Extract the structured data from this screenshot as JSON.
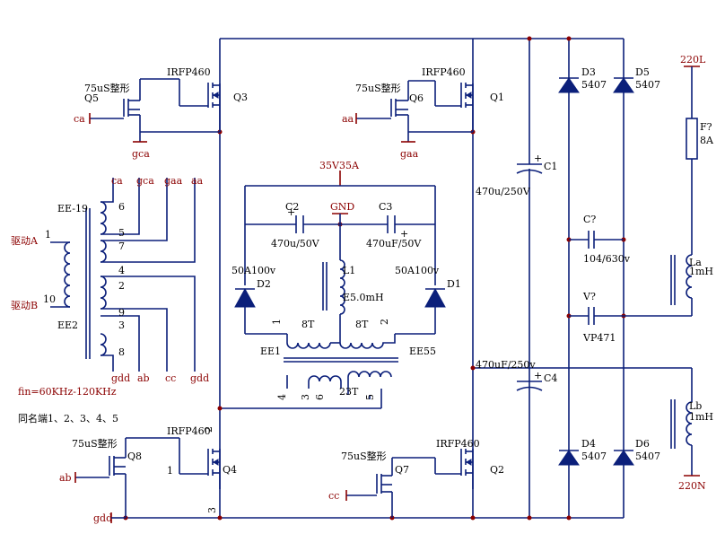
{
  "nets": {
    "supply": "35V35A",
    "gnd": "GND",
    "line": "220L",
    "neutral": "220N",
    "ca": "ca",
    "gca": "gca",
    "aa": "aa",
    "gaa": "gaa",
    "ab": "ab",
    "gdd": "gdd",
    "cc": "cc"
  },
  "transistors": {
    "q1": {
      "name": "Q1",
      "part": "IRFP460"
    },
    "q2": {
      "name": "Q2",
      "part": "IRFP460"
    },
    "q3": {
      "name": "Q3",
      "part": "IRFP460"
    },
    "q4": {
      "name": "Q4",
      "part": "IRFP460"
    },
    "q5": {
      "name": "Q5",
      "part": "75uS整形"
    },
    "q6": {
      "name": "Q6",
      "part": "75uS整形"
    },
    "q7": {
      "name": "Q7",
      "part": "75uS整形"
    },
    "q8": {
      "name": "Q8",
      "part": "75uS整形"
    },
    "q4_pins": [
      "1",
      "2",
      "3"
    ]
  },
  "capacitors": {
    "c1": {
      "name": "C1",
      "value": "470u/250V"
    },
    "c2": {
      "name": "C2",
      "value": "470u/50V"
    },
    "c3": {
      "name": "C3",
      "value": "470uF/50V"
    },
    "c4": {
      "name": "C4",
      "value": "470uF/250v"
    },
    "cq": {
      "name": "C?",
      "value": "104/630v"
    },
    "vq": {
      "name": "V?",
      "value": "VP471"
    }
  },
  "diodes": {
    "d1": {
      "name": "D1",
      "value": "50A100v"
    },
    "d2": {
      "name": "D2",
      "value": "50A100v"
    },
    "d3": {
      "name": "D3",
      "value": "5407"
    },
    "d4": {
      "name": "D4",
      "value": "5407"
    },
    "d5": {
      "name": "D5",
      "value": "5407"
    },
    "d6": {
      "name": "D6",
      "value": "5407"
    }
  },
  "inductors": {
    "l1": {
      "name": "L1",
      "value": "E5.0mH"
    },
    "la": {
      "name": "La",
      "value": "1mH"
    },
    "lb": {
      "name": "Lb",
      "value": "1mH"
    }
  },
  "fuse": {
    "name": "F?",
    "value": "8A"
  },
  "drive_transformer": {
    "core": "EE-19",
    "core2": "EE2",
    "input_a": "驱动A",
    "input_b": "驱动B",
    "pin_a": "1",
    "pin_b": "10",
    "secondary_pins": [
      "6",
      "5",
      "7",
      "4",
      "2",
      "9",
      "3",
      "8"
    ],
    "freq_note": "fin=60KHz-120KHz",
    "dot_note": "同名端1、2、3、4、5"
  },
  "output_transformer": {
    "left": "EE1",
    "right": "EE55",
    "turns_a": "8T",
    "turns_b": "8T",
    "turns_sec": "23T",
    "pins": [
      "1",
      "2",
      "4",
      "3",
      "6",
      "5"
    ]
  }
}
